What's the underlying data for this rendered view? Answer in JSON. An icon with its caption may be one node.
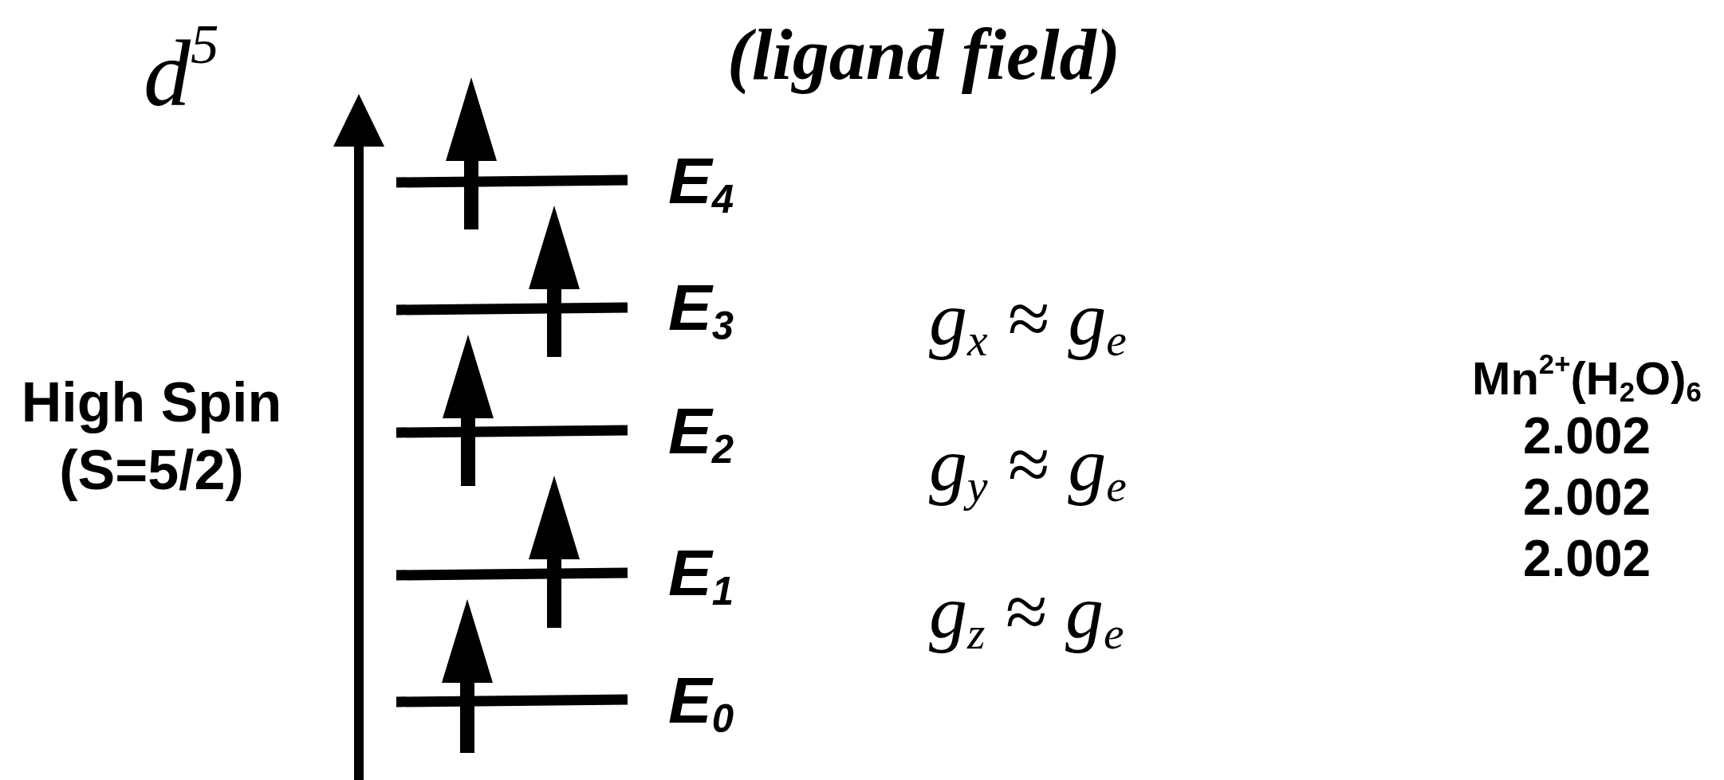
{
  "diagram": {
    "labels": [
      "d$^{5}$",
      "(ligand field)",
      "E$_{4}$",
      "E$_{3}$",
      "g$_{x}$ ≈ g$_{e}$",
      "Mn$^{2+}$(H$_{2}$O)$_{6}$",
      "High Spin",
      "2.002",
      "E$_{2}$",
      "g$_{y}$ ≈ g$_{e}$",
      "2.002",
      "(S=5/2)",
      "2.002",
      "E$_{1}$",
      "g$_{z}$ ≈ g$_{e}$",
      "E$_{0}$"
    ]
  }
}
